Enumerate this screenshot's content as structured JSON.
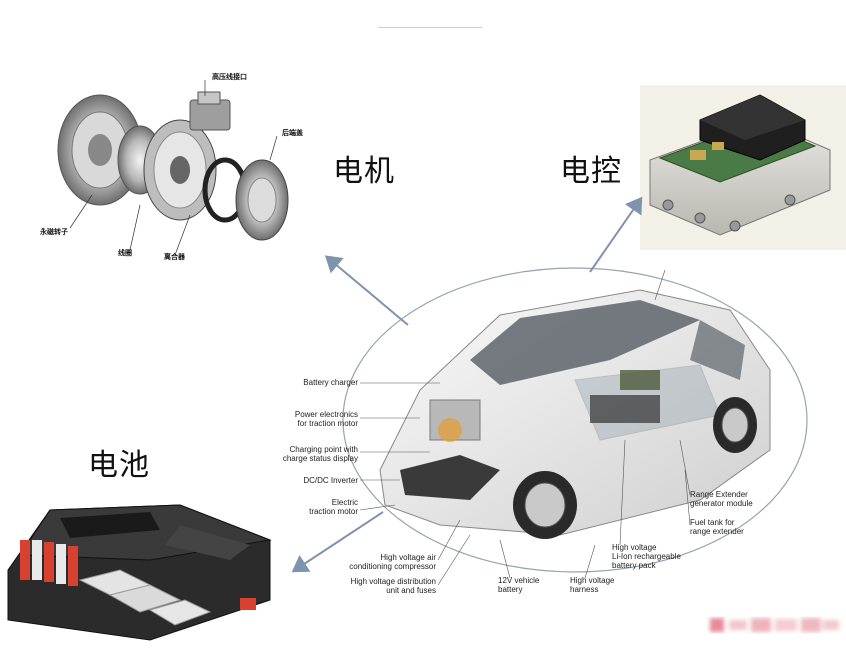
{
  "labels": {
    "motor": "电机",
    "controller": "电控",
    "battery": "电池"
  },
  "motor_parts": {
    "hv_connector": "高压线接口",
    "rear_cover": "后端盖",
    "rotor": "永磁转子",
    "coil": "线圈",
    "clutch": "离合器"
  },
  "callouts_left": [
    "Battery charger",
    "Power electronics\nfor traction motor",
    "Charging point with\ncharge status display",
    "DC/DC Inverter",
    "Electric\ntraction motor",
    "High voltage air\nconditioning compressor",
    "High voltage distribution\nunit and fuses"
  ],
  "callouts_bottom": [
    "12V vehicle\nbattery",
    "High voltage\nharness",
    "High voltage\nLi-Ion rechargeable\nbattery pack"
  ],
  "callouts_right": [
    "Range Extender\ngenerator module",
    "Fuel tank for\nrange extender"
  ],
  "colors": {
    "arrow": "#7f93ad",
    "car_body": "#e8e8e8",
    "battery_case": "#2b2b2b",
    "battery_red": "#d8412f",
    "board_green": "#3d6b3a"
  },
  "icons": [
    "motor-exploded-image",
    "controller-box-image",
    "battery-pack-image",
    "car-cutaway-image"
  ]
}
